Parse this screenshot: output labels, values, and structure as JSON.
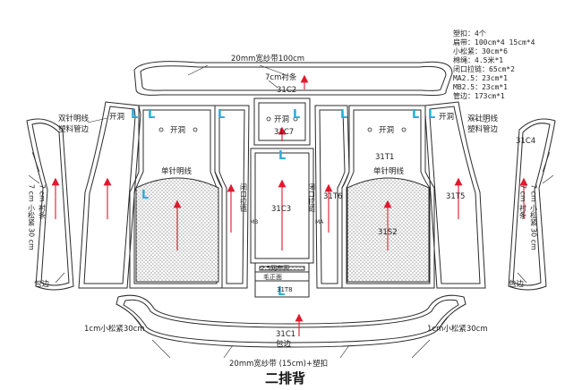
{
  "title": "二排背",
  "notes": [
    "塑扣：4个",
    "扁带：100cm*4  15cm*4",
    "小松紧：30cm*6",
    "棉绳：4.5米*1",
    "闭口拉链：65cm*2",
    "MA2.5：23cm*1",
    "MB2.5：23cm*1",
    "管边：173cm*1"
  ],
  "labels": {
    "top_band": "20mm宽纱带100cm",
    "top_liner": "7cm衬条",
    "part_c2": "31C2",
    "part_c7": "31C7",
    "part_c3": "31C3",
    "part_t1": "31T1",
    "part_t6": "31T6",
    "part_s2": "31S2",
    "part_t5": "31T5",
    "part_c4": "31C4",
    "part_t8": "31T8",
    "part_c1": "31C1",
    "side_left_a": "开洞",
    "side_left_b": "开洞",
    "side_right_a": "开洞",
    "side_right_b": "开洞",
    "open_hole_small": "开洞",
    "single_needle_left": "单针明线",
    "single_needle_right": "单针明线",
    "double_needle_left_1": "双针明线",
    "double_needle_left_2": "塑料管边",
    "double_needle_right_1": "双针明线",
    "double_needle_right_2": "塑料管边",
    "zipper_left": "闭口拉链",
    "zipper_right": "闭口拉链",
    "zipper_code_left": "MB",
    "zipper_code_right": "MA",
    "left_vert_1": "7 cm 小松紧 30 cm",
    "left_vert_2": "7 cm 衬条",
    "right_vert_1": "7 cm 小松紧 30 cm",
    "right_vert_2": "7 cm 衬条",
    "binding_left": "包边",
    "binding_right": "包边",
    "binding_bottom": "包边",
    "elastic_left": "1cm小松紧30cm",
    "elastic_right": "1cm小松紧30cm",
    "bottom_band": "20mm宽纱带 (15cm)+塑扣",
    "mesh_face": "2.5网布面",
    "cotton_face": "毛正面",
    "L": "L"
  },
  "colors": {
    "line": "#2b2b2b",
    "arrow": "#e0192d",
    "letter_L": "#2aa9d6",
    "mesh": "#bdbdbd"
  }
}
